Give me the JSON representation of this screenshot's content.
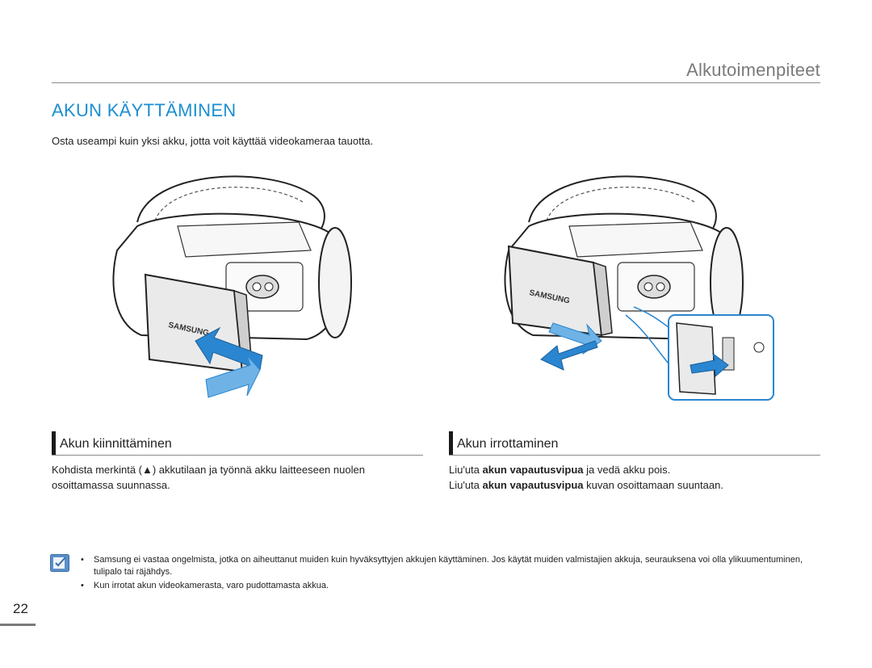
{
  "header": {
    "section_title": "Alkutoimenpiteet"
  },
  "page": {
    "heading": "AKUN KÄYTTÄMINEN",
    "intro": "Osta useampi kuin yksi akku, jotta voit käyttää videokameraa tauotta.",
    "number": "22"
  },
  "figures": {
    "brand_label": "SAMSUNG"
  },
  "attach": {
    "title": "Akun kiinnittäminen",
    "text": "Kohdista merkintä (▲) akkutilaan ja työnnä akku laitteeseen nuolen osoittamassa suunnassa."
  },
  "remove": {
    "title": "Akun irrottaminen",
    "line1_pre": "Liu'uta ",
    "line1_bold": "akun vapautusvipua",
    "line1_post": " ja vedä akku pois.",
    "line2_pre": "Liu'uta ",
    "line2_bold": "akun vapautusvipua",
    "line2_post": " kuvan osoittamaan suuntaan."
  },
  "notes": [
    "Samsung ei vastaa ongelmista, jotka on aiheuttanut muiden kuin hyväksyttyjen akkujen käyttäminen. Jos käytät muiden valmistajien akkuja, seurauksena voi olla ylikuumentuminen, tulipalo tai räjähdys.",
    "Kun irrotat akun videokamerasta, varo pudottamasta akkua."
  ],
  "colors": {
    "heading": "#1b8fd0",
    "arrow": "#2a86d0",
    "rule": "#8a8a8a"
  }
}
